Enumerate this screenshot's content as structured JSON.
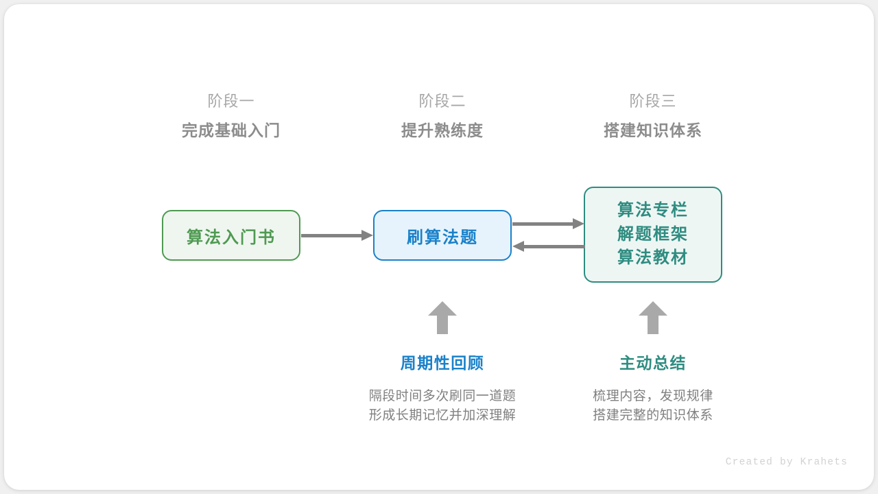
{
  "canvas": {
    "background": "#ffffff",
    "page_background": "#f0f0f0"
  },
  "stages": [
    {
      "index_label": "阶段一",
      "title": "完成基础入门"
    },
    {
      "index_label": "阶段二",
      "title": "提升熟练度"
    },
    {
      "index_label": "阶段三",
      "title": "搭建知识体系"
    }
  ],
  "nodes": {
    "book": {
      "label": "算法入门书",
      "border_color": "#4f9a52",
      "fill_color": "#eff6ef",
      "text_color": "#4f9a52"
    },
    "practice": {
      "label": "刷算法题",
      "border_color": "#1a81c9",
      "fill_color": "#e7f3fc",
      "text_color": "#1a81c9"
    },
    "system": {
      "lines": [
        "算法专栏",
        "解题框架",
        "算法教材"
      ],
      "border_color": "#2e8c80",
      "fill_color": "#eef6f4",
      "text_color": "#2e8c80"
    }
  },
  "arrows": {
    "color": "#828282",
    "up_arrow_color": "#a9a9a9",
    "book_to_practice": "arrow-right",
    "practice_to_system": "arrow-right",
    "system_to_practice": "arrow-left",
    "up_to_practice": "arrow-up",
    "up_to_system": "arrow-up"
  },
  "notes": {
    "review": {
      "title": "周期性回顾",
      "title_color": "#1a81c9",
      "body_line1": "隔段时间多次刷同一道题",
      "body_line2": "形成长期记忆并加深理解"
    },
    "summary": {
      "title": "主动总结",
      "title_color": "#2e8c80",
      "body_line1": "梳理内容，发现规律",
      "body_line2": "搭建完整的知识体系"
    }
  },
  "credit": "Created by Krahets"
}
